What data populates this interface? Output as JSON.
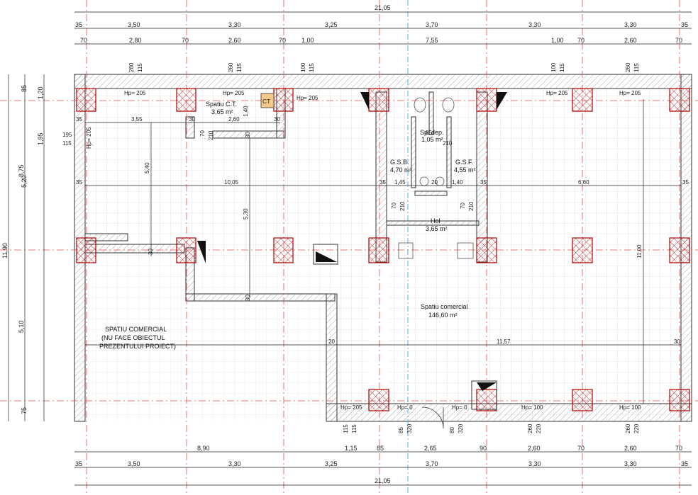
{
  "top_dims": {
    "total": "21,05",
    "row1": [
      "35",
      "3,50",
      "3,30",
      "3,25",
      "3,70",
      "3,30",
      "3,30",
      "35"
    ],
    "row2": [
      "70",
      "2,80",
      "70",
      "2,60",
      "70",
      "1,00",
      "7,55",
      "1,00",
      "70",
      "2,60",
      "70"
    ]
  },
  "bottom_dims": {
    "total": "21,05",
    "row1": [
      "8,90",
      "1,15",
      "85",
      "2,65",
      "90",
      "2,60",
      "70",
      "2,60",
      "70"
    ],
    "row2": [
      "35",
      "3,50",
      "3,30",
      "3,25",
      "3,70",
      "3,30",
      "3,30",
      "35"
    ]
  },
  "left_dims": {
    "outer": "11,90",
    "mid": [
      "8,75",
      "5,10"
    ],
    "inner": [
      "85",
      "1,20",
      "1,95",
      "5,20",
      "75"
    ],
    "small": [
      "195",
      "115"
    ]
  },
  "rooms": [
    {
      "name": "Spatiu C.T.",
      "area": "3,65 m²"
    },
    {
      "name": "Sp. dep.",
      "area": "1,05 m²"
    },
    {
      "name": "G.S.B.",
      "area": "4,70 m²"
    },
    {
      "name": "G.S.F.",
      "area": "4,55 m²"
    },
    {
      "name": "Hol",
      "area": "3,65 m²"
    },
    {
      "name": "Spatiu comercial",
      "area": "146,60 m²"
    }
  ],
  "note": [
    "SPATIU COMERCIAL",
    "(NU FACE OBIECTUL",
    "PREZENTULUI PROIECT)"
  ],
  "ct_label": "CT",
  "interior_dims": {
    "d355": "3,55",
    "d260": "2,60",
    "d1005": "10,05",
    "d660": "6,60",
    "d1157": "11,57",
    "d540": "5,40",
    "d530": "5,30",
    "d1100": "11,00",
    "d145": "1,45",
    "d140": "1,40",
    "d140v": "1,40",
    "d35": "35",
    "d30": "30",
    "d20": "20",
    "d70": "70",
    "d210": "210",
    "d85": "85"
  },
  "hp_labels": [
    "Hp= 205",
    "Hp= 205",
    "Hp= 205",
    "Hp= 205",
    "Hp= 205",
    "Hp= 205",
    "Hp= 100",
    "Hp= 0",
    "Hp= 0",
    "Hp= 100"
  ],
  "window_marks": {
    "top": [
      [
        "280",
        "115"
      ],
      [
        "260",
        "115"
      ],
      [
        "100",
        "115"
      ],
      [
        "100",
        "115"
      ],
      [
        "260",
        "115"
      ]
    ],
    "bottom": [
      [
        "115",
        "115"
      ],
      [
        "85",
        "320"
      ],
      [
        "80",
        "320"
      ],
      [
        "260",
        "220"
      ],
      [
        "260",
        "220"
      ]
    ]
  }
}
